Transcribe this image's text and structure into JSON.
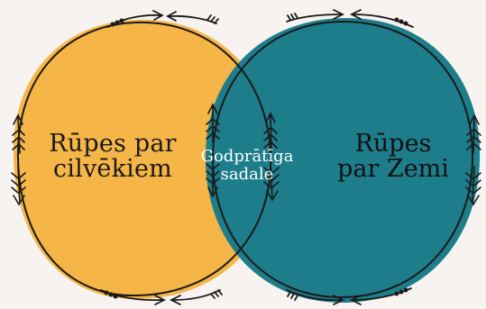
{
  "colors": {
    "background": "#f7f3f1",
    "left_fill": "#f5b547",
    "right_fill": "#1d7d8a",
    "line": "#1a1a1a",
    "mid_text": "#ffffff"
  },
  "diagram": {
    "left_circle": {
      "label_line1": "Rūpes par",
      "label_line2": "cilvēkiem"
    },
    "overlap": {
      "label_line1": "Godprātīga",
      "label_line2": "sadale"
    },
    "right_circle": {
      "label_line1": "Rūpes",
      "label_line2": "par Zemi"
    },
    "decor_icons": [
      "arrow-icon",
      "feather-arrow-icon",
      "dotted-arrow-icon"
    ]
  }
}
